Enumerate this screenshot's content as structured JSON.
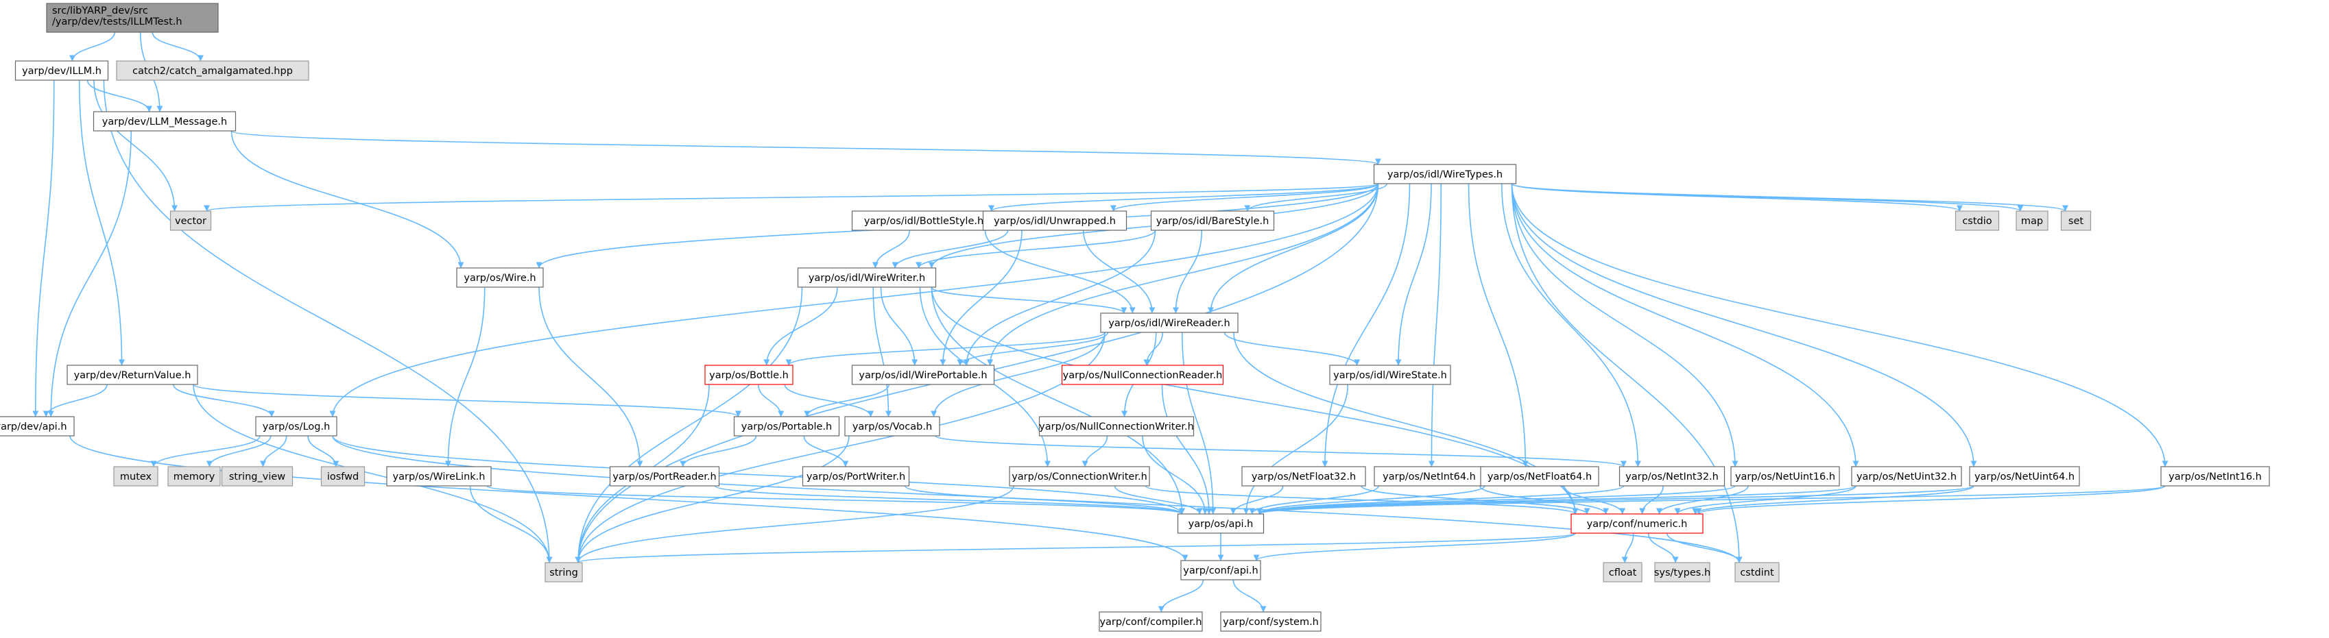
{
  "colors": {
    "edge": "#63b8ff",
    "node_fill": "#ffffff",
    "node_border": "#666666",
    "external_fill": "#e0e0e0",
    "external_border": "#999999",
    "root_fill": "#999999",
    "root_border": "#666666",
    "truncated_border": "#ff0000"
  },
  "nodes": {
    "root": {
      "lines": [
        "src/libYARP_dev/src",
        "/yarp/dev/tests/ILLMTest.h"
      ],
      "kind": "root"
    },
    "catch": {
      "lines": [
        "catch2/catch_amalgamated.hpp"
      ],
      "kind": "external"
    },
    "illm": {
      "lines": [
        "yarp/dev/ILLM.h"
      ],
      "kind": "normal"
    },
    "llm_msg": {
      "lines": [
        "yarp/dev/LLM_Message.h"
      ],
      "kind": "normal"
    },
    "vector": {
      "lines": [
        "vector"
      ],
      "kind": "external"
    },
    "wiretypes": {
      "lines": [
        "yarp/os/idl/WireTypes.h"
      ],
      "kind": "normal"
    },
    "cstdio": {
      "lines": [
        "cstdio"
      ],
      "kind": "external"
    },
    "map": {
      "lines": [
        "map"
      ],
      "kind": "external"
    },
    "set": {
      "lines": [
        "set"
      ],
      "kind": "external"
    },
    "bottlestyle": {
      "lines": [
        "yarp/os/idl/BottleStyle.h"
      ],
      "kind": "normal"
    },
    "unwrapped": {
      "lines": [
        "yarp/os/idl/Unwrapped.h"
      ],
      "kind": "normal"
    },
    "barestyle": {
      "lines": [
        "yarp/os/idl/BareStyle.h"
      ],
      "kind": "normal"
    },
    "wire": {
      "lines": [
        "yarp/os/Wire.h"
      ],
      "kind": "normal"
    },
    "wirewriter": {
      "lines": [
        "yarp/os/idl/WireWriter.h"
      ],
      "kind": "normal"
    },
    "wirereader": {
      "lines": [
        "yarp/os/idl/WireReader.h"
      ],
      "kind": "normal"
    },
    "returnvalue": {
      "lines": [
        "yarp/dev/ReturnValue.h"
      ],
      "kind": "normal"
    },
    "bottle": {
      "lines": [
        "yarp/os/Bottle.h"
      ],
      "kind": "truncated"
    },
    "wireportable": {
      "lines": [
        "yarp/os/idl/WirePortable.h"
      ],
      "kind": "normal"
    },
    "nullconnreader": {
      "lines": [
        "yarp/os/NullConnectionReader.h"
      ],
      "kind": "truncated"
    },
    "wirestate": {
      "lines": [
        "yarp/os/idl/WireState.h"
      ],
      "kind": "normal"
    },
    "devapi": {
      "lines": [
        "yarp/dev/api.h"
      ],
      "kind": "normal"
    },
    "log": {
      "lines": [
        "yarp/os/Log.h"
      ],
      "kind": "normal"
    },
    "portable": {
      "lines": [
        "yarp/os/Portable.h"
      ],
      "kind": "normal"
    },
    "vocab": {
      "lines": [
        "yarp/os/Vocab.h"
      ],
      "kind": "normal"
    },
    "nullconnwriter": {
      "lines": [
        "yarp/os/NullConnectionWriter.h"
      ],
      "kind": "normal"
    },
    "mutex": {
      "lines": [
        "mutex"
      ],
      "kind": "external"
    },
    "memory": {
      "lines": [
        "memory"
      ],
      "kind": "external"
    },
    "string_view": {
      "lines": [
        "string_view"
      ],
      "kind": "external"
    },
    "iosfwd": {
      "lines": [
        "iosfwd"
      ],
      "kind": "external"
    },
    "wirelink": {
      "lines": [
        "yarp/os/WireLink.h"
      ],
      "kind": "normal"
    },
    "portreader": {
      "lines": [
        "yarp/os/PortReader.h"
      ],
      "kind": "normal"
    },
    "portwriter": {
      "lines": [
        "yarp/os/PortWriter.h"
      ],
      "kind": "normal"
    },
    "connwriter": {
      "lines": [
        "yarp/os/ConnectionWriter.h"
      ],
      "kind": "normal"
    },
    "netfloat32": {
      "lines": [
        "yarp/os/NetFloat32.h"
      ],
      "kind": "normal"
    },
    "netint64": {
      "lines": [
        "yarp/os/NetInt64.h"
      ],
      "kind": "normal"
    },
    "netfloat64": {
      "lines": [
        "yarp/os/NetFloat64.h"
      ],
      "kind": "normal"
    },
    "netint32": {
      "lines": [
        "yarp/os/NetInt32.h"
      ],
      "kind": "normal"
    },
    "netuint16": {
      "lines": [
        "yarp/os/NetUint16.h"
      ],
      "kind": "normal"
    },
    "netuint32": {
      "lines": [
        "yarp/os/NetUint32.h"
      ],
      "kind": "normal"
    },
    "netuint64": {
      "lines": [
        "yarp/os/NetUint64.h"
      ],
      "kind": "normal"
    },
    "netint16": {
      "lines": [
        "yarp/os/NetInt16.h"
      ],
      "kind": "normal"
    },
    "osapi": {
      "lines": [
        "yarp/os/api.h"
      ],
      "kind": "normal"
    },
    "numeric": {
      "lines": [
        "yarp/conf/numeric.h"
      ],
      "kind": "truncated"
    },
    "string": {
      "lines": [
        "string"
      ],
      "kind": "external"
    },
    "confapi": {
      "lines": [
        "yarp/conf/api.h"
      ],
      "kind": "normal"
    },
    "cfloat": {
      "lines": [
        "cfloat"
      ],
      "kind": "external"
    },
    "systypes": {
      "lines": [
        "sys/types.h"
      ],
      "kind": "external"
    },
    "cstdint": {
      "lines": [
        "cstdint"
      ],
      "kind": "external"
    },
    "compiler": {
      "lines": [
        "yarp/conf/compiler.h"
      ],
      "kind": "normal"
    },
    "system": {
      "lines": [
        "yarp/conf/system.h"
      ],
      "kind": "normal"
    }
  },
  "edges": [
    [
      "root",
      "illm"
    ],
    [
      "root",
      "catch"
    ],
    [
      "root",
      "llm_msg"
    ],
    [
      "illm",
      "llm_msg"
    ],
    [
      "illm",
      "vector"
    ],
    [
      "illm",
      "devapi"
    ],
    [
      "illm",
      "returnvalue"
    ],
    [
      "illm",
      "string"
    ],
    [
      "llm_msg",
      "wiretypes"
    ],
    [
      "llm_msg",
      "wire"
    ],
    [
      "llm_msg",
      "devapi"
    ],
    [
      "wiretypes",
      "vector"
    ],
    [
      "wiretypes",
      "cstdio"
    ],
    [
      "wiretypes",
      "map"
    ],
    [
      "wiretypes",
      "set"
    ],
    [
      "wiretypes",
      "bottlestyle"
    ],
    [
      "wiretypes",
      "unwrapped"
    ],
    [
      "wiretypes",
      "barestyle"
    ],
    [
      "wiretypes",
      "wire"
    ],
    [
      "wiretypes",
      "wirewriter"
    ],
    [
      "wiretypes",
      "wirereader"
    ],
    [
      "wiretypes",
      "wireportable"
    ],
    [
      "wiretypes",
      "wirestate"
    ],
    [
      "wiretypes",
      "log"
    ],
    [
      "wiretypes",
      "string"
    ],
    [
      "wiretypes",
      "cstdint"
    ],
    [
      "wiretypes",
      "netfloat32"
    ],
    [
      "wiretypes",
      "netint64"
    ],
    [
      "wiretypes",
      "netfloat64"
    ],
    [
      "wiretypes",
      "netint32"
    ],
    [
      "wiretypes",
      "netuint16"
    ],
    [
      "wiretypes",
      "netuint32"
    ],
    [
      "wiretypes",
      "netuint64"
    ],
    [
      "wiretypes",
      "netint16"
    ],
    [
      "bottlestyle",
      "wirewriter"
    ],
    [
      "bottlestyle",
      "wirereader"
    ],
    [
      "unwrapped",
      "wirewriter"
    ],
    [
      "unwrapped",
      "wirereader"
    ],
    [
      "unwrapped",
      "wireportable"
    ],
    [
      "barestyle",
      "wirewriter"
    ],
    [
      "barestyle",
      "wirereader"
    ],
    [
      "barestyle",
      "wireportable"
    ],
    [
      "wire",
      "wirelink"
    ],
    [
      "wire",
      "portreader"
    ],
    [
      "wirewriter",
      "wirereader"
    ],
    [
      "wirewriter",
      "bottle"
    ],
    [
      "wirewriter",
      "wireportable"
    ],
    [
      "wirewriter",
      "vocab"
    ],
    [
      "wirewriter",
      "connwriter"
    ],
    [
      "wirewriter",
      "numeric"
    ],
    [
      "wirewriter",
      "string"
    ],
    [
      "wirewriter",
      "osapi"
    ],
    [
      "wirereader",
      "bottle"
    ],
    [
      "wirereader",
      "wireportable"
    ],
    [
      "wirereader",
      "nullconnreader"
    ],
    [
      "wirereader",
      "wirestate"
    ],
    [
      "wirereader",
      "nullconnwriter"
    ],
    [
      "wirereader",
      "vocab"
    ],
    [
      "wirereader",
      "numeric"
    ],
    [
      "wirereader",
      "string"
    ],
    [
      "wirereader",
      "osapi"
    ],
    [
      "returnvalue",
      "devapi"
    ],
    [
      "returnvalue",
      "log"
    ],
    [
      "returnvalue",
      "portable"
    ],
    [
      "returnvalue",
      "string"
    ],
    [
      "bottle",
      "portable"
    ],
    [
      "bottle",
      "vocab"
    ],
    [
      "bottle",
      "string"
    ],
    [
      "wireportable",
      "portable"
    ],
    [
      "nullconnreader",
      "osapi"
    ],
    [
      "wirestate",
      "osapi"
    ],
    [
      "devapi",
      "confapi"
    ],
    [
      "log",
      "mutex"
    ],
    [
      "log",
      "memory"
    ],
    [
      "log",
      "string_view"
    ],
    [
      "log",
      "iosfwd"
    ],
    [
      "log",
      "osapi"
    ],
    [
      "log",
      "cstdint"
    ],
    [
      "portable",
      "portreader"
    ],
    [
      "portable",
      "portwriter"
    ],
    [
      "vocab",
      "netint32"
    ],
    [
      "vocab",
      "string"
    ],
    [
      "nullconnwriter",
      "connwriter"
    ],
    [
      "nullconnwriter",
      "osapi"
    ],
    [
      "wirelink",
      "osapi"
    ],
    [
      "wirelink",
      "string"
    ],
    [
      "portreader",
      "osapi"
    ],
    [
      "portwriter",
      "osapi"
    ],
    [
      "connwriter",
      "osapi"
    ],
    [
      "connwriter",
      "numeric"
    ],
    [
      "connwriter",
      "string"
    ],
    [
      "netfloat32",
      "osapi"
    ],
    [
      "netfloat32",
      "numeric"
    ],
    [
      "netint64",
      "osapi"
    ],
    [
      "netint64",
      "numeric"
    ],
    [
      "netfloat64",
      "osapi"
    ],
    [
      "netfloat64",
      "numeric"
    ],
    [
      "netint32",
      "osapi"
    ],
    [
      "netint32",
      "numeric"
    ],
    [
      "netuint16",
      "osapi"
    ],
    [
      "netuint16",
      "numeric"
    ],
    [
      "netuint32",
      "osapi"
    ],
    [
      "netuint32",
      "numeric"
    ],
    [
      "netuint64",
      "osapi"
    ],
    [
      "netuint64",
      "numeric"
    ],
    [
      "netint16",
      "osapi"
    ],
    [
      "netint16",
      "numeric"
    ],
    [
      "osapi",
      "confapi"
    ],
    [
      "numeric",
      "confapi"
    ],
    [
      "numeric",
      "cfloat"
    ],
    [
      "numeric",
      "systypes"
    ],
    [
      "numeric",
      "cstdint"
    ],
    [
      "numeric",
      "string"
    ],
    [
      "confapi",
      "compiler"
    ],
    [
      "confapi",
      "system"
    ]
  ]
}
